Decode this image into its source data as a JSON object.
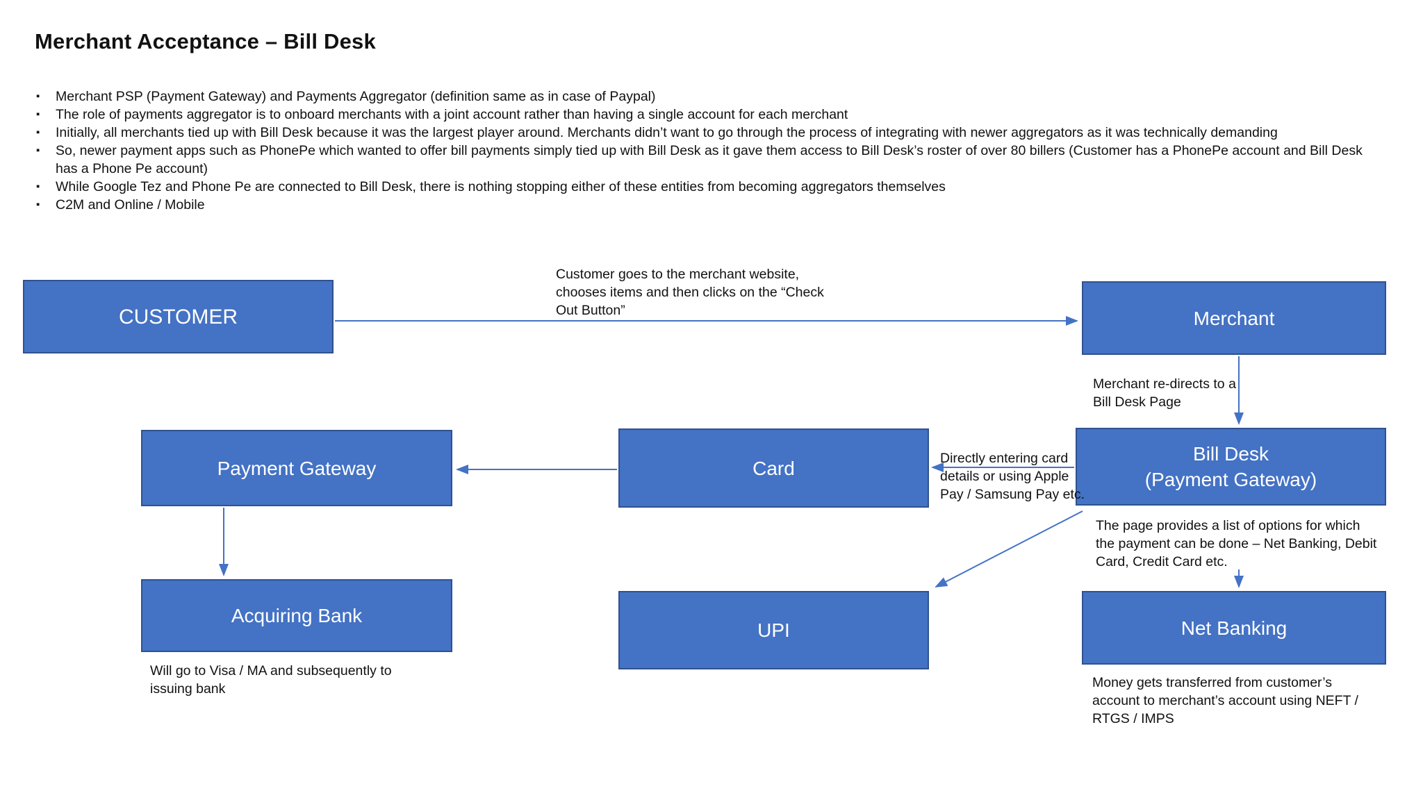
{
  "slide": {
    "title": "Merchant Acceptance – Bill Desk",
    "bullets": [
      "Merchant PSP (Payment Gateway) and Payments Aggregator (definition same as in case of Paypal)",
      "The role of payments aggregator is to onboard merchants with a joint account rather than having a single account for each merchant",
      "Initially, all merchants tied up with Bill Desk because it was the largest player around. Merchants didn’t want to go through the process of integrating with newer aggregators as it was technically demanding",
      "So, newer payment apps such as PhonePe which wanted to offer bill payments simply tied up with Bill Desk as it gave them access to Bill Desk’s roster of over 80 billers (Customer has a PhonePe account and Bill Desk has a Phone Pe account)",
      "While Google Tez and Phone Pe are connected to Bill Desk, there is nothing stopping either of these entities from becoming aggregators themselves",
      "C2M and Online / Mobile"
    ]
  },
  "nodes": {
    "customer": "CUSTOMER",
    "merchant": "Merchant",
    "payment_gateway": "Payment Gateway",
    "card": "Card",
    "bill_desk_line1": "Bill Desk",
    "bill_desk_line2": "(Payment Gateway)",
    "acquiring_bank": "Acquiring Bank",
    "upi": "UPI",
    "net_banking": "Net Banking"
  },
  "annotations": {
    "checkout": {
      "0": "Customer goes to the merchant website,",
      "1": "chooses items and then clicks on the “Check",
      "2": "Out Button”"
    },
    "redirect": {
      "0": "Merchant re-directs to a",
      "1": "Bill Desk Page"
    },
    "card_entry": {
      "0": "Directly entering card",
      "1": "details or using Apple",
      "2": "Pay / Samsung Pay etc."
    },
    "options": {
      "0": "The page provides a list of options for which",
      "1": "the payment can be done – Net Banking, Debit",
      "2": "Card, Credit Card etc."
    },
    "visa": {
      "0": "Will go to Visa / MA and subsequently to",
      "1": "issuing bank"
    },
    "neft": {
      "0": "Money gets transferred from customer’s",
      "1": "account to merchant’s account using NEFT /",
      "2": "RTGS / IMPS"
    }
  },
  "colors": {
    "box_fill": "#4472c4",
    "box_border": "#2f528f",
    "arrow": "#4472c4",
    "box_text": "#ffffff",
    "body_text": "#111111"
  }
}
